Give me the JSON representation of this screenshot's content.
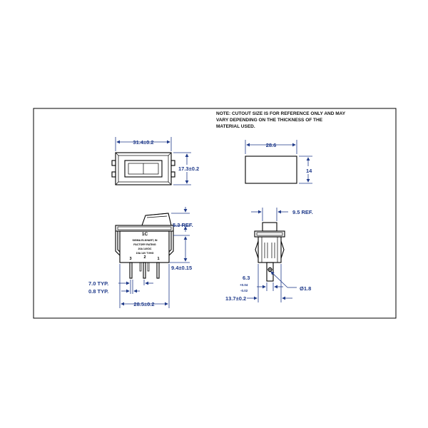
{
  "note": {
    "line1": "NOTE: CUTOUT SIZE IS FOR REFERENCE ONLY AND MAY",
    "line2": "VARY DEPENDING ON THE THICKNESS OF THE",
    "line3": "MATERIAL USED."
  },
  "top_view": {
    "width": "31.4±0.2",
    "height": "17.3±0.2"
  },
  "cutout": {
    "width": "28.6",
    "height": "14"
  },
  "front_view": {
    "actuator": "5.3 REF.",
    "circuit": "1C",
    "brand_line": "SIGMA ELKHART, IN",
    "rating_title": "FACTORY RATING",
    "rating_1": "20A 14VDC",
    "rating_2": "15A 14V TVHG",
    "pin_3": "3",
    "pin_2": "2",
    "pin_1": "1",
    "height": "9.4±0.15",
    "pitch": "7.0 TYP.",
    "pin_width": "0.8 TYP.",
    "width": "28.5±0.2"
  },
  "side_view": {
    "actuator": "9.5 REF.",
    "terminal": "6.3",
    "tol_plus": "+0.04",
    "tol_minus": "-0.02",
    "hole": "Ø1.8",
    "width": "13.7±0.2"
  },
  "colors": {
    "dimension": "#1f3a8a",
    "outline": "#000000"
  }
}
